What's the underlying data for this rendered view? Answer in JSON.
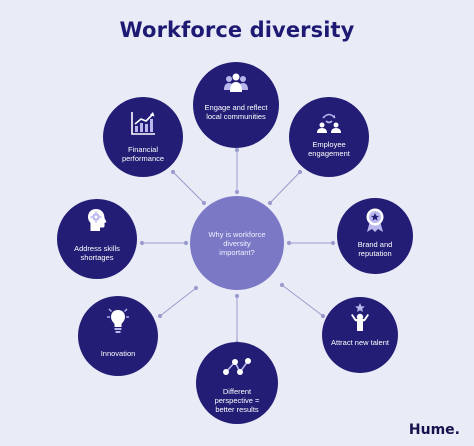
{
  "title": "Workforce diversity",
  "center": {
    "label": "Why is workforce diversity important?"
  },
  "nodes": [
    {
      "label": "Engage and reflect local communities",
      "icon": "people-group-icon"
    },
    {
      "label": "Employee engagement",
      "icon": "people-cycle-icon"
    },
    {
      "label": "Brand and reputation",
      "icon": "award-badge-icon"
    },
    {
      "label": "Attract new talent",
      "icon": "person-star-icon"
    },
    {
      "label": "Different perspective = better results",
      "icon": "network-nodes-icon"
    },
    {
      "label": "Innovation",
      "icon": "lightbulb-icon"
    },
    {
      "label": "Address skills shortages",
      "icon": "head-gears-icon"
    },
    {
      "label": "Financial performance",
      "icon": "growth-chart-icon"
    }
  ],
  "brand": "Hume.",
  "colors": {
    "background": "#e9ebf7",
    "node": "#231d75",
    "center": "#7b78c6",
    "title": "#1e1a73",
    "connector": "#9b9ccd"
  }
}
